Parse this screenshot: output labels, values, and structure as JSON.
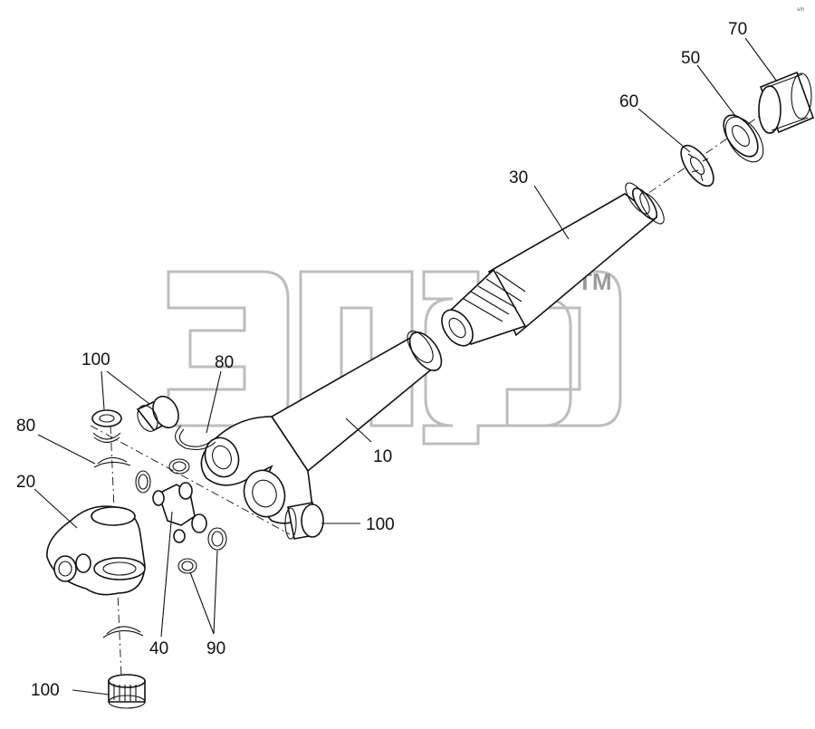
{
  "watermark": {
    "mark": "TM"
  },
  "corner_mark": "s/n",
  "callouts": {
    "c70": "70",
    "c50": "50",
    "c60": "60",
    "c30": "30",
    "c80_top": "80",
    "c100_top": "100",
    "c80_left": "80",
    "c20": "20",
    "c10": "10",
    "c100_right": "100",
    "c40": "40",
    "c90": "90",
    "c100_bottom": "100"
  }
}
